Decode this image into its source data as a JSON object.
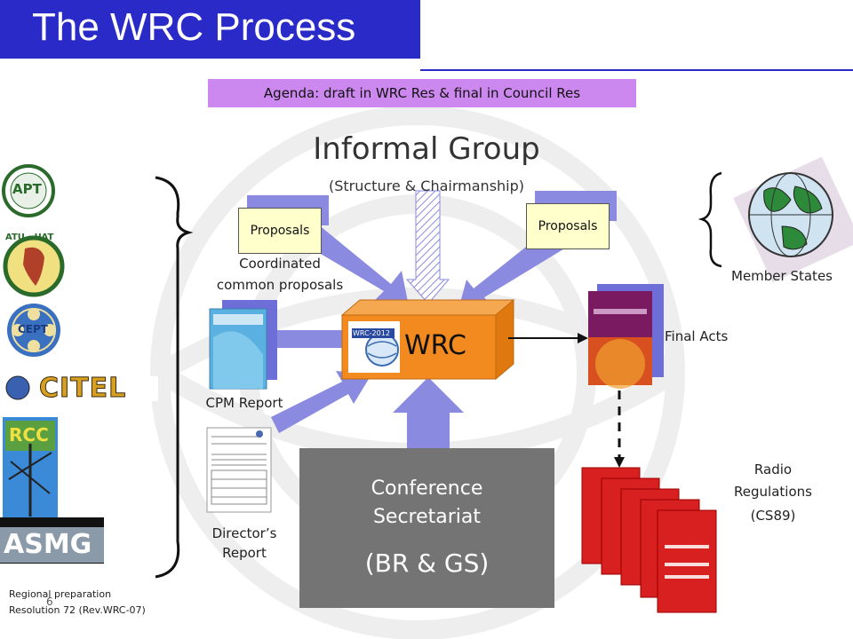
{
  "header": {
    "title": "The WRC Process"
  },
  "agenda": {
    "text": "Agenda: draft in WRC Res & final in Council Res"
  },
  "informal_group": {
    "title": "Informal Group",
    "subtitle": "(Structure & Chairmanship)"
  },
  "proposals": {
    "left_label": "Proposals",
    "right_label": "Proposals"
  },
  "labels": {
    "coordinated_line1": "Coordinated",
    "coordinated_line2": "common proposals",
    "member_states": "Member States",
    "cpm_report": "CPM Report",
    "directors_line1": "Director’s",
    "directors_line2": "Report",
    "final_acts": "Final Acts",
    "rr_line1": "Radio",
    "rr_line2": "Regulations",
    "rr_line3": "(CS89)"
  },
  "wrc": {
    "label": "WRC",
    "logo_text": "WRC-2012"
  },
  "secretariat": {
    "line1": "Conference",
    "line2": "Secretariat",
    "line3": "(BR & GS)"
  },
  "regional_orgs": {
    "apt": "APT",
    "atu": "ATU · UAT",
    "cept": "CEPT",
    "citel": "CITEL",
    "rcc": "RCC",
    "asmg": "ASMG"
  },
  "footer": {
    "line1": "Regional preparation",
    "line2": "Resolution 72 (Rev.WRC-07)",
    "page": "6"
  },
  "colors": {
    "title_bg": "#2a2ac8",
    "agenda_bg": "#cc88ee",
    "arrow": "#8a8ae0",
    "wrc_box": "#f28a20",
    "secretariat": "#747474"
  }
}
